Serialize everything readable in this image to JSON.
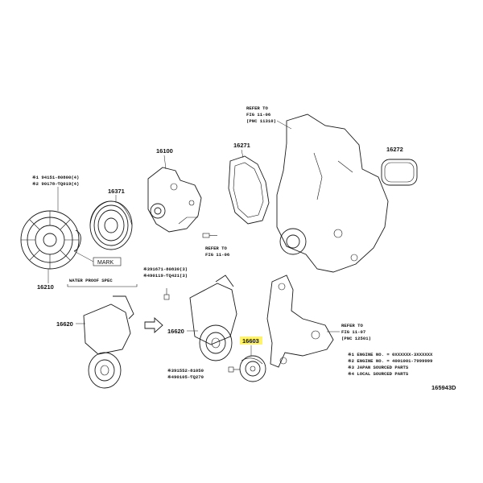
{
  "parts": {
    "p16100": "16100",
    "p16271": "16271",
    "p16272": "16272",
    "p16371": "16371",
    "p16210": "16210",
    "p16620a": "16620",
    "p16620b": "16620",
    "p16603": "16603",
    "mark": "MARK"
  },
  "bolts": {
    "b1a": "※1 94151-80800(4)",
    "b1b": "※2 90178-ƬQ019(4)",
    "b2a": "※391671-80830(3)",
    "b2b": "※490119-ƬQ421(3)",
    "b3a": "※391552-81050",
    "b3b": "※490105-ƬQ270"
  },
  "refs": {
    "r1": [
      "REFER TO",
      "FIG 11-06",
      "(PNC 11310)"
    ],
    "r2": [
      "REFER TO",
      "FIG 11-06"
    ],
    "r3": [
      "REFER TO",
      "FIG 11-07",
      "(PNC 12501)"
    ]
  },
  "spec_label": "WATER PROOF SPEC",
  "notes": [
    "※1 ENGINE NO. = 0XXXXXX-3XXXXXX",
    "※2 ENGINE NO. = 4001001-7999999",
    "※3 JAPAN SOURCED PARTS",
    "※4 LOCAL SOURCED PARTS"
  ],
  "figure_id": "165943D",
  "colors": {
    "highlight": "#fff36b",
    "ink": "#1a1a1a"
  }
}
